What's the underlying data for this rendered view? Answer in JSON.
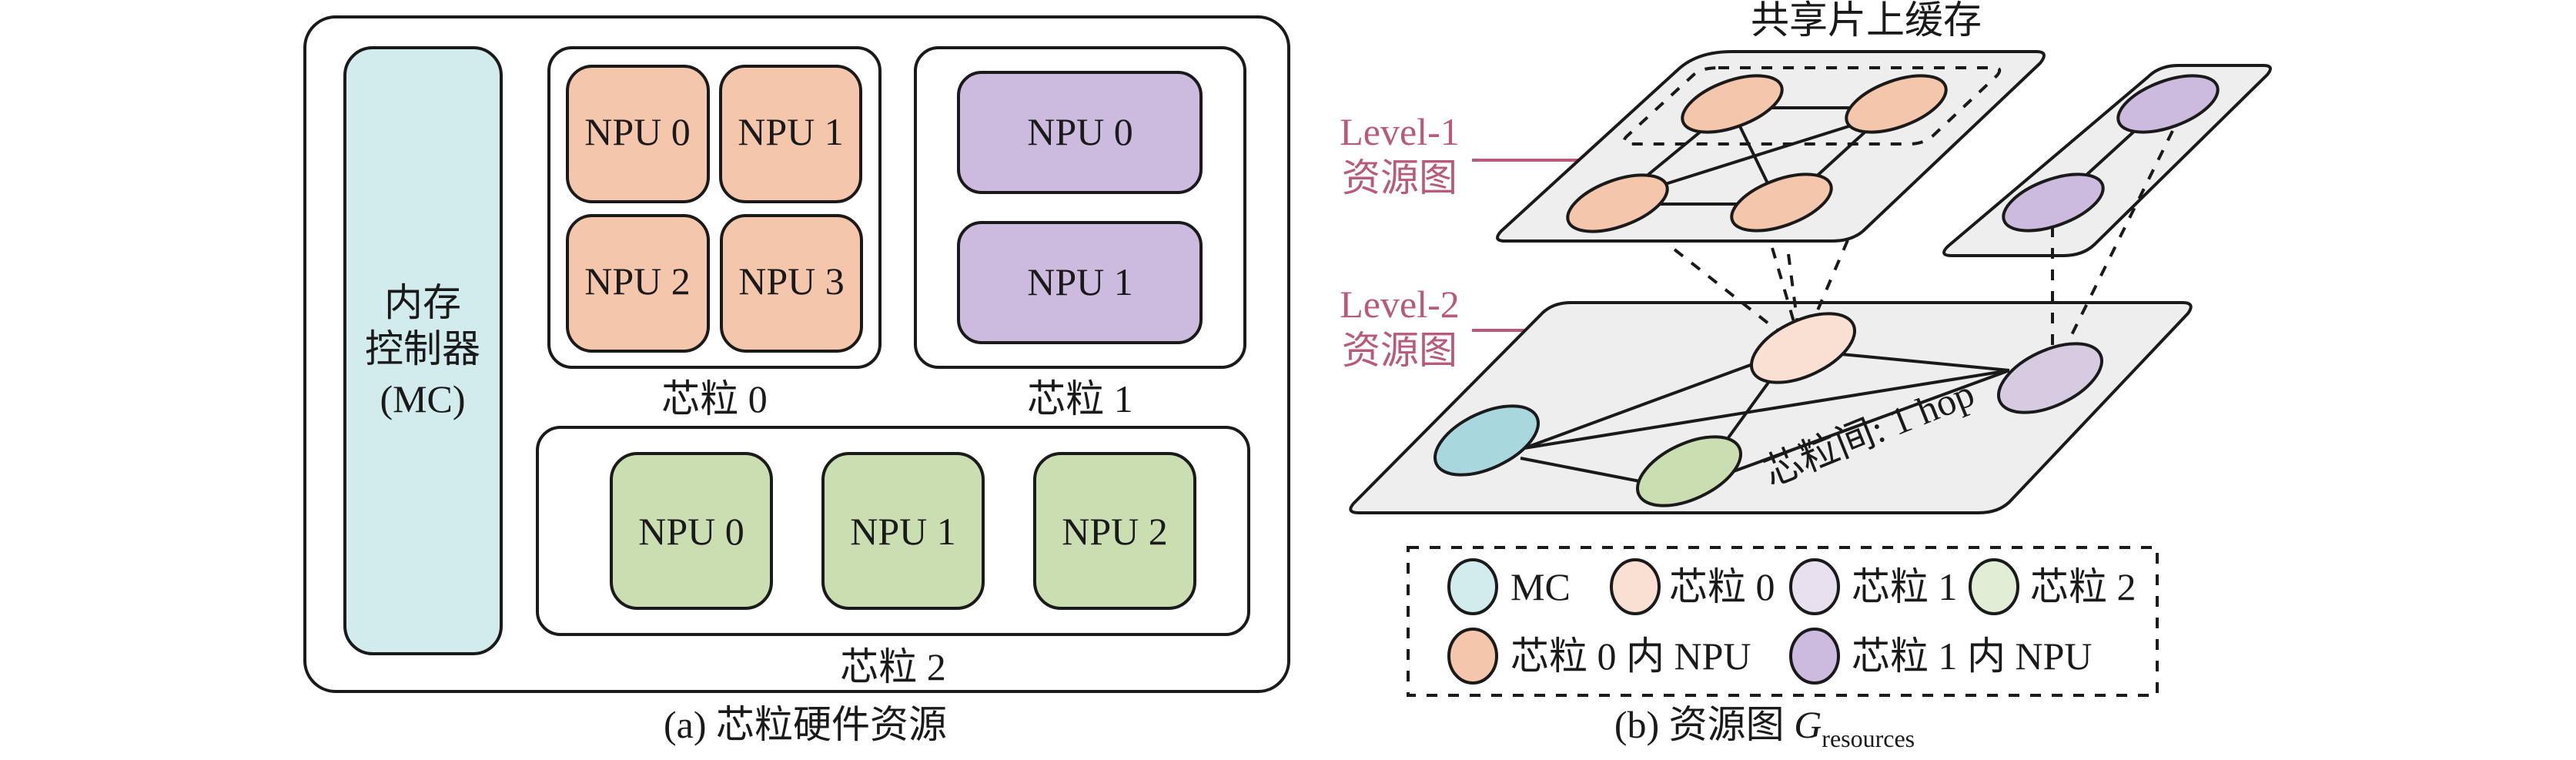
{
  "colors": {
    "mc": "#d2ebed",
    "chiplet0_npu": "#f4c6ab",
    "chiplet1_npu": "#cdbbdf",
    "chiplet2_npu": "#cbdeb2",
    "mc_node": "#a9d7de",
    "chiplet0_node": "#fae0d3",
    "chiplet1_node": "#d6cbe0",
    "chiplet2_node": "#cbdeb2",
    "legend_mc": "#d2ebed",
    "legend_chiplet0": "#fae0d3",
    "legend_chiplet1": "#e8e0ef",
    "legend_chiplet2": "#e1edd5",
    "plane": "#eeeeee",
    "cache": "#bdbdbd",
    "accent_pink": "#b85a7a"
  },
  "panel_a": {
    "mc_lines": [
      "内存",
      "控制器",
      "(MC)"
    ],
    "chiplet0": {
      "label": "芯粒 0",
      "npus": [
        "NPU 0",
        "NPU 1",
        "NPU 2",
        "NPU 3"
      ]
    },
    "chiplet1": {
      "label": "芯粒 1",
      "npus": [
        "NPU 0",
        "NPU 1"
      ]
    },
    "chiplet2": {
      "label": "芯粒 2",
      "npus": [
        "NPU 0",
        "NPU 1",
        "NPU 2"
      ]
    },
    "caption": "(a)  芯粒硬件资源"
  },
  "panel_b": {
    "shared_cache_label": "共享片上缓存",
    "level1": {
      "title": "Level-1",
      "subtitle": "资源图"
    },
    "level2": {
      "title": "Level-2",
      "subtitle": "资源图"
    },
    "inter_chiplet_label": "芯粒间: 1 hop",
    "legend": [
      {
        "key": "mc",
        "label": "MC"
      },
      {
        "key": "chiplet0",
        "label": "芯粒 0"
      },
      {
        "key": "chiplet1",
        "label": "芯粒 1"
      },
      {
        "key": "chiplet2",
        "label": "芯粒 2"
      },
      {
        "key": "chiplet0_npu",
        "label": "芯粒 0 内 NPU"
      },
      {
        "key": "chiplet1_npu",
        "label": "芯粒 1 内 NPU"
      }
    ],
    "caption_prefix": "(b)  资源图 ",
    "caption_symbol": "G",
    "caption_subscript": "resources"
  }
}
